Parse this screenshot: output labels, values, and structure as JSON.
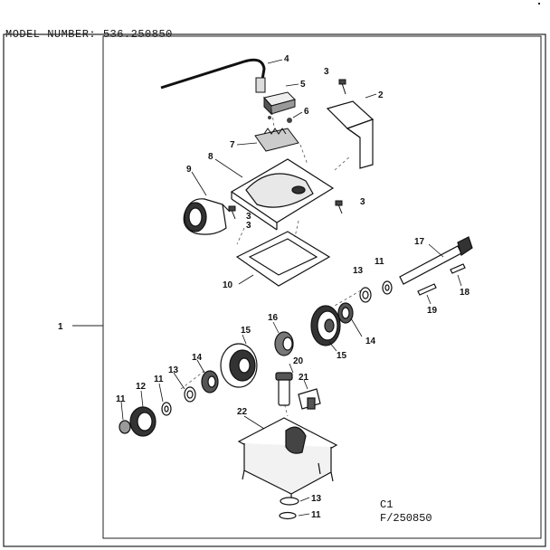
{
  "header": {
    "model_label": "MODEL NUMBER:",
    "model_number": "536.250850"
  },
  "footer": {
    "code_line1": "C1",
    "code_line2": "F/250850"
  },
  "callouts": [
    "1",
    "2",
    "3",
    "3",
    "3",
    "3",
    "4",
    "5",
    "6",
    "7",
    "8",
    "9",
    "10",
    "11",
    "11",
    "11",
    "11",
    "12",
    "13",
    "13",
    "13",
    "14",
    "14",
    "15",
    "15",
    "16",
    "17",
    "18",
    "19",
    "20",
    "21",
    "22"
  ]
}
